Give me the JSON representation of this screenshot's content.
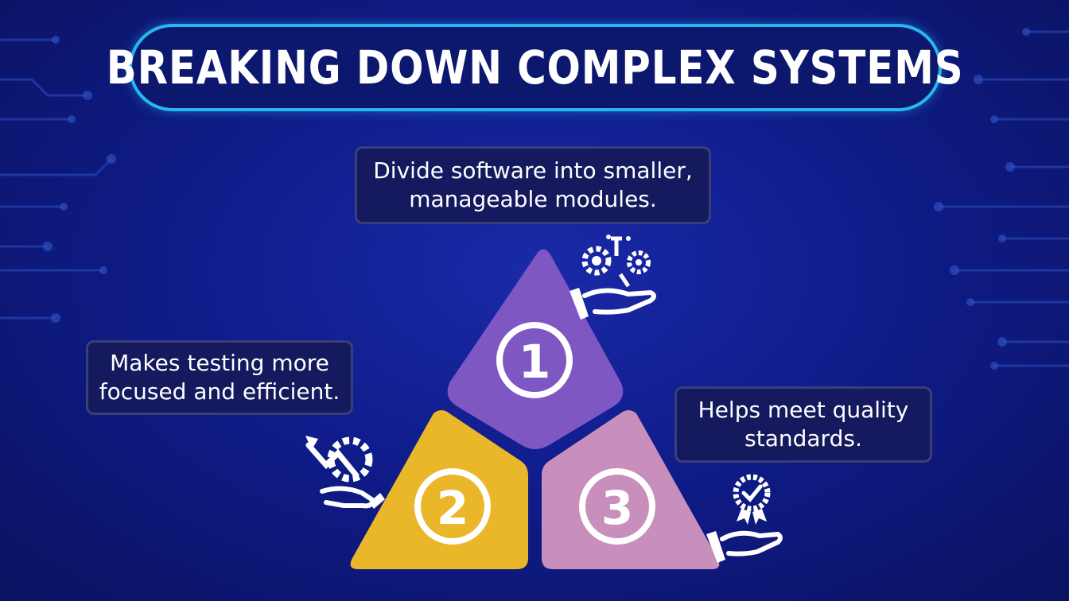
{
  "title": "BREAKING DOWN COMPLEX SYSTEMS",
  "steps": [
    {
      "number": "1",
      "text": "Divide software into smaller, manageable modules.",
      "icon": "gears-tools-in-hand-icon",
      "color": "#7e57c2"
    },
    {
      "number": "2",
      "text": "Makes testing more focused and efficient.",
      "icon": "gear-growth-arrow-in-hand-icon",
      "color": "#eab72a"
    },
    {
      "number": "3",
      "text": "Helps meet quality standards.",
      "icon": "quality-badge-in-hand-icon",
      "color": "#c98fbc"
    }
  ],
  "colors": {
    "background": "#0f1c8a",
    "title_border": "#27b7f0",
    "callout_bg": "#15195e"
  }
}
